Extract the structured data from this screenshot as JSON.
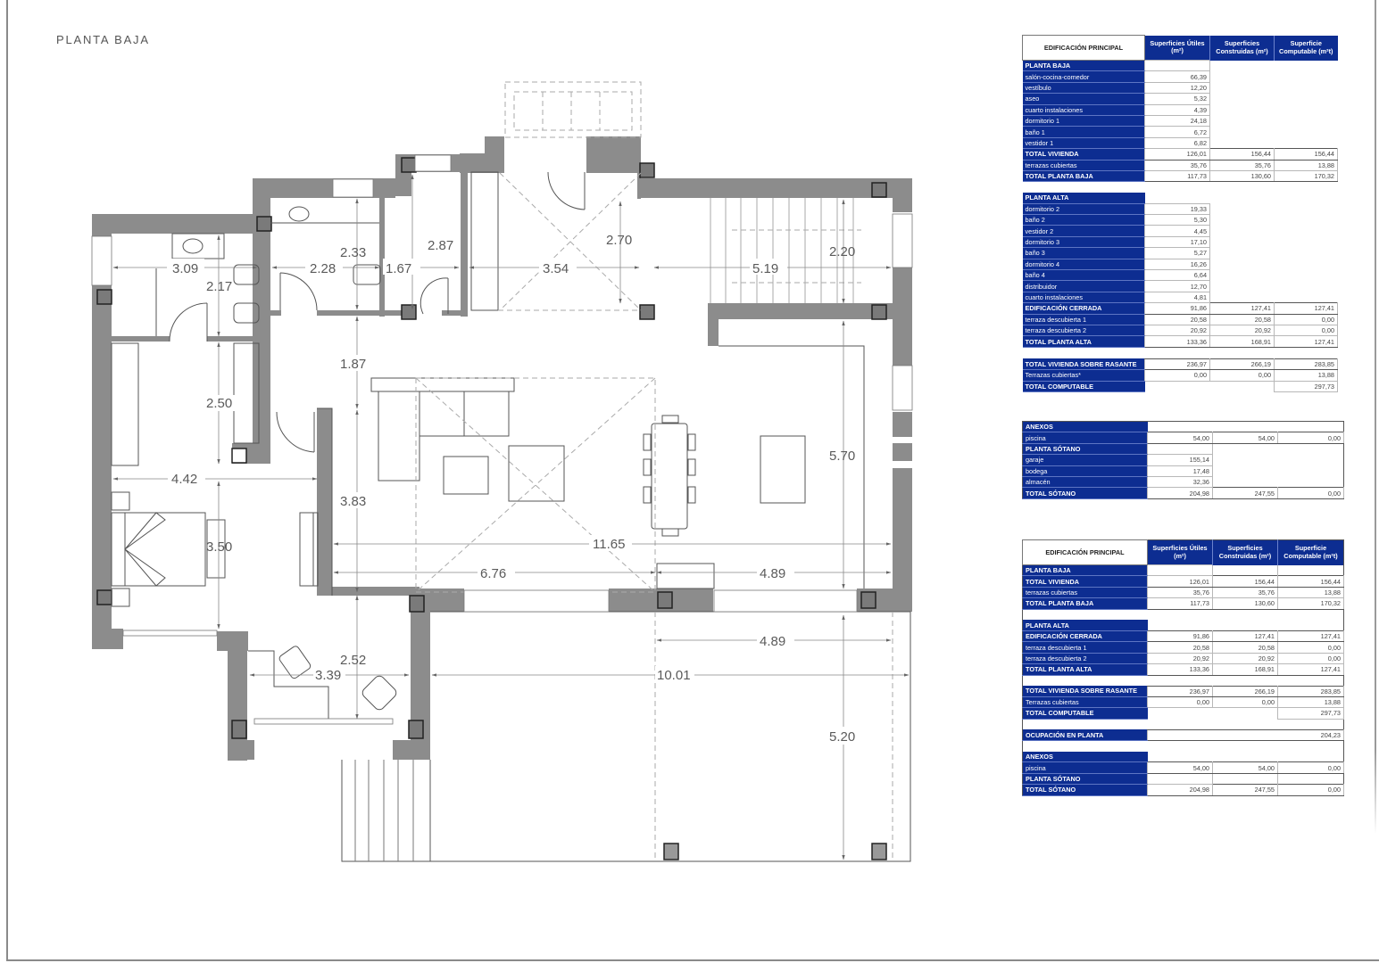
{
  "sheet": {
    "title": "PLANTA BAJA"
  },
  "plan": {
    "dimensions": {
      "d309": "3.09",
      "d217": "2.17",
      "d228": "2.28",
      "d233": "2.33",
      "d287": "2.87",
      "d167": "1.67",
      "d354": "3.54",
      "d270": "2.70",
      "d519": "5.19",
      "d220": "2.20",
      "d187": "1.87",
      "d250": "2.50",
      "d442": "4.42",
      "d383": "3.83",
      "d350": "3.50",
      "d570": "5.70",
      "d1165": "11.65",
      "d676": "6.76",
      "d489a": "4.89",
      "d489b": "4.89",
      "d252": "2.52",
      "d339": "3.39",
      "d1001": "10.01",
      "d520": "5.20"
    },
    "colors": {
      "wall": "#8c8c8c",
      "line": "#555555",
      "dim_line": "#9a9a9a"
    }
  },
  "table1": {
    "header": {
      "title": "EDIFICACIÓN PRINCIPAL",
      "col1": "Superficies Útiles (m²)",
      "col2": "Superficies Construidas (m²)",
      "col3": "Superficie Computable (m²t)"
    },
    "planta_baja": {
      "label": "PLANTA BAJA",
      "rooms": [
        {
          "name": "salón-cocina-comedor",
          "util": "66,39"
        },
        {
          "name": "vestíbulo",
          "util": "12,20"
        },
        {
          "name": "aseo",
          "util": "5,32"
        },
        {
          "name": "cuarto instalaciones",
          "util": "4,39"
        },
        {
          "name": "dormitorio 1",
          "util": "24,18"
        },
        {
          "name": "baño 1",
          "util": "6,72"
        },
        {
          "name": "vestidor 1",
          "util": "6,82"
        }
      ],
      "total_vivienda": {
        "label": "TOTAL VIVIENDA",
        "util": "126,01",
        "construida": "156,44",
        "computable": "156,44"
      },
      "terrazas": {
        "label": "terrazas cubiertas",
        "util": "35,76",
        "construida": "35,76",
        "computable": "13,88"
      },
      "total": {
        "label": "TOTAL PLANTA BAJA",
        "util": "117,73",
        "construida": "130,60",
        "computable": "170,32"
      }
    },
    "planta_alta": {
      "label": "PLANTA ALTA",
      "rooms": [
        {
          "name": "dormitorio 2",
          "util": "19,33"
        },
        {
          "name": "baño 2",
          "util": "5,30"
        },
        {
          "name": "vestidor 2",
          "util": "4,45"
        },
        {
          "name": "dormitorio 3",
          "util": "17,10"
        },
        {
          "name": "baño 3",
          "util": "5,27"
        },
        {
          "name": "dormitorio 4",
          "util": "16,26"
        },
        {
          "name": "baño 4",
          "util": "6,64"
        },
        {
          "name": "distribuidor",
          "util": "12,70"
        },
        {
          "name": "cuarto instalaciones",
          "util": "4,81"
        }
      ],
      "edificacion_cerrada": {
        "label": "EDIFICACIÓN CERRADA",
        "util": "91,86",
        "construida": "127,41",
        "computable": "127,41"
      },
      "terraza1": {
        "label": "terraza descubierta 1",
        "util": "20,58",
        "construida": "20,58",
        "computable": "0,00"
      },
      "terraza2": {
        "label": "terraza descubierta 2",
        "util": "20,92",
        "construida": "20,92",
        "computable": "0,00"
      },
      "total": {
        "label": "TOTAL PLANTA ALTA",
        "util": "133,36",
        "construida": "168,91",
        "computable": "127,41"
      }
    },
    "resumen": {
      "sobre_rasante": {
        "label": "TOTAL VIVIENDA SOBRE RASANTE",
        "util": "236,97",
        "construida": "266,19",
        "computable": "283,85"
      },
      "terrazas": {
        "label": "Terrazas cubiertas*",
        "util": "0,00",
        "construida": "0,00",
        "computable": "13,88"
      },
      "computable": {
        "label": "TOTAL COMPUTABLE",
        "computable": "297,73"
      }
    }
  },
  "table2": {
    "anexos": {
      "label": "ANEXOS"
    },
    "piscina": {
      "label": "piscina",
      "util": "54,00",
      "construida": "54,00",
      "computable": "0,00"
    },
    "sotano": {
      "label": "PLANTA SÓTANO",
      "rooms": [
        {
          "name": "garaje",
          "util": "155,14"
        },
        {
          "name": "bodega",
          "util": "17,48"
        },
        {
          "name": "almacén",
          "util": "32,36"
        }
      ],
      "total": {
        "label": "TOTAL SÓTANO",
        "util": "204,98",
        "construida": "247,55",
        "computable": "0,00"
      }
    }
  },
  "table3": {
    "header": {
      "title": "EDIFICACIÓN PRINCIPAL",
      "col1": "Superficies Útiles (m²)",
      "col2": "Superficies Construidas (m²)",
      "col3": "Superficie Computable (m²t)"
    },
    "pb_label": "PLANTA BAJA",
    "pb_total_vivienda": {
      "label": "TOTAL VIVIENDA",
      "util": "126,01",
      "construida": "156,44",
      "computable": "156,44"
    },
    "pb_terrazas": {
      "label": "terrazas cubiertas",
      "util": "35,76",
      "construida": "35,76",
      "computable": "13,88"
    },
    "pb_total": {
      "label": "TOTAL PLANTA BAJA",
      "util": "117,73",
      "construida": "130,60",
      "computable": "170,32"
    },
    "pa_label": "PLANTA ALTA",
    "pa_cerrada": {
      "label": "EDIFICACIÓN CERRADA",
      "util": "91,86",
      "construida": "127,41",
      "computable": "127,41"
    },
    "pa_terraza1": {
      "label": "terraza descubierta 1",
      "util": "20,58",
      "construida": "20,58",
      "computable": "0,00"
    },
    "pa_terraza2": {
      "label": "terraza descubierta 2",
      "util": "20,92",
      "construida": "20,92",
      "computable": "0,00"
    },
    "pa_total": {
      "label": "TOTAL PLANTA ALTA",
      "util": "133,36",
      "construida": "168,91",
      "computable": "127,41"
    },
    "sobre_rasante": {
      "label": "TOTAL VIVIENDA SOBRE RASANTE",
      "util": "236,97",
      "construida": "266,19",
      "computable": "283,85"
    },
    "terrazas": {
      "label": "Terrazas cubiertas",
      "util": "0,00",
      "construida": "0,00",
      "computable": "13,88"
    },
    "computable": {
      "label": "TOTAL COMPUTABLE",
      "computable": "297,73"
    },
    "ocupacion": {
      "label": "OCUPACIÓN EN PLANTA",
      "computable": "204,23"
    },
    "anexos_label": "ANEXOS",
    "piscina": {
      "label": "piscina",
      "util": "54,00",
      "construida": "54,00",
      "computable": "0,00"
    },
    "sotano_label": "PLANTA SÓTANO",
    "sotano_total": {
      "label": "TOTAL SÓTANO",
      "util": "204,98",
      "construida": "247,55",
      "computable": "0,00"
    }
  }
}
